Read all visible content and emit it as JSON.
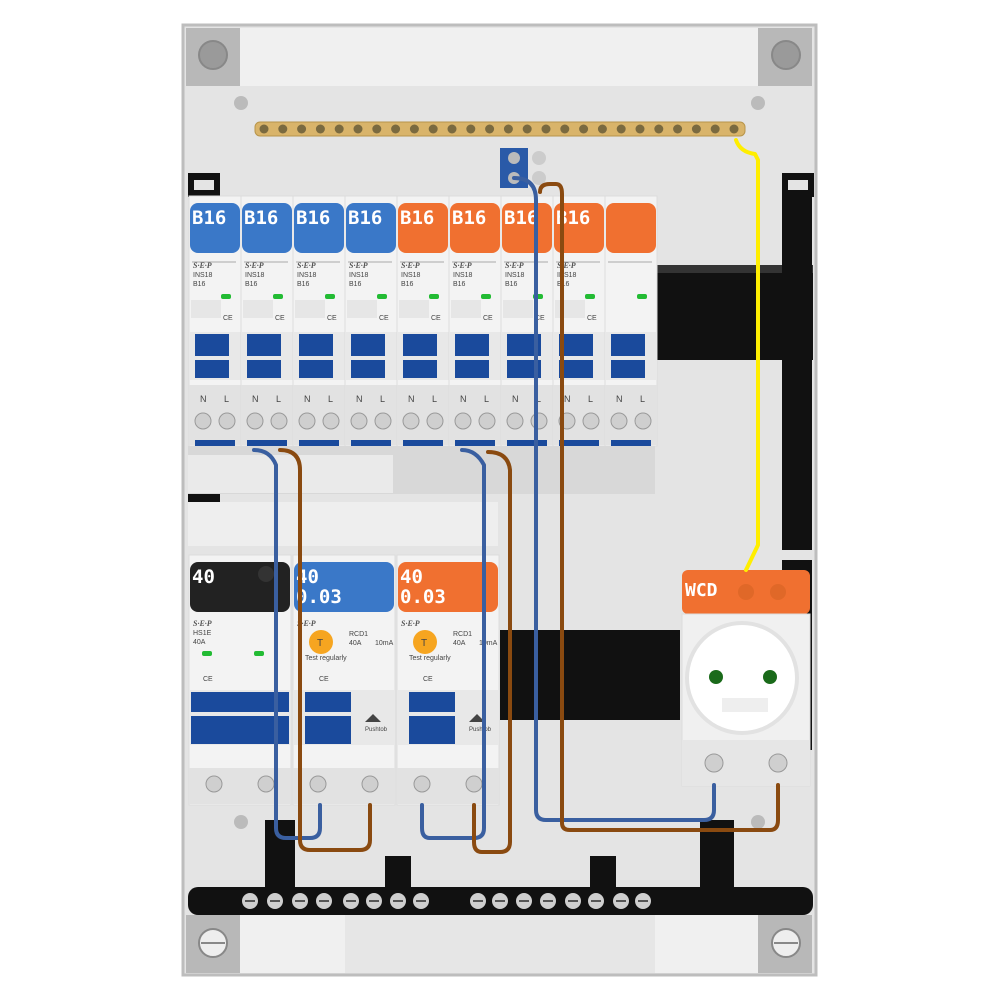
{
  "colors": {
    "blue": "#3a78c8",
    "orange": "#f07030",
    "black": "#222222",
    "yellow": "#ffee00",
    "wire_blue": "#3a5fa0",
    "wire_brown": "#8a4a10",
    "brass": "#d9b46a",
    "handle": "#1a4a9c"
  },
  "top_row": {
    "breakers": [
      {
        "label": "B16",
        "color": "blue",
        "model": "INS18",
        "rating": "B16"
      },
      {
        "label": "B16",
        "color": "blue",
        "model": "INS18",
        "rating": "B16"
      },
      {
        "label": "B16",
        "color": "blue",
        "model": "INS18",
        "rating": "B16"
      },
      {
        "label": "B16",
        "color": "blue",
        "model": "INS18",
        "rating": "B16"
      },
      {
        "label": "B16",
        "color": "orange",
        "model": "INS18",
        "rating": "B16"
      },
      {
        "label": "B16",
        "color": "orange",
        "model": "INS18",
        "rating": "B16"
      },
      {
        "label": "B16",
        "color": "orange",
        "model": "INS18",
        "rating": "B16"
      },
      {
        "label": "B16",
        "color": "orange",
        "model": "INS18",
        "rating": "B16"
      },
      {
        "label": "",
        "color": "orange",
        "model": "",
        "rating": ""
      }
    ],
    "terminal_letters": [
      "N",
      "L"
    ]
  },
  "bottom_row": {
    "main_switch": {
      "label": "40",
      "color": "black",
      "model": "HS1E",
      "rating": "40A"
    },
    "rcds": [
      {
        "line1": "40",
        "line2": "0.03",
        "color": "blue",
        "model": "RCD1",
        "rating": "40A",
        "sens": "10mA",
        "note": "Test regularly",
        "btn": "Pushtob"
      },
      {
        "line1": "40",
        "line2": "0.03",
        "color": "orange",
        "model": "RCD1",
        "rating": "40A",
        "sens": "10mA",
        "note": "Test regularly",
        "btn": "Pushtob"
      }
    ],
    "socket": {
      "label": "WCD",
      "color": "orange"
    }
  },
  "brand_text": "S·E·P",
  "ce_mark": "CE"
}
